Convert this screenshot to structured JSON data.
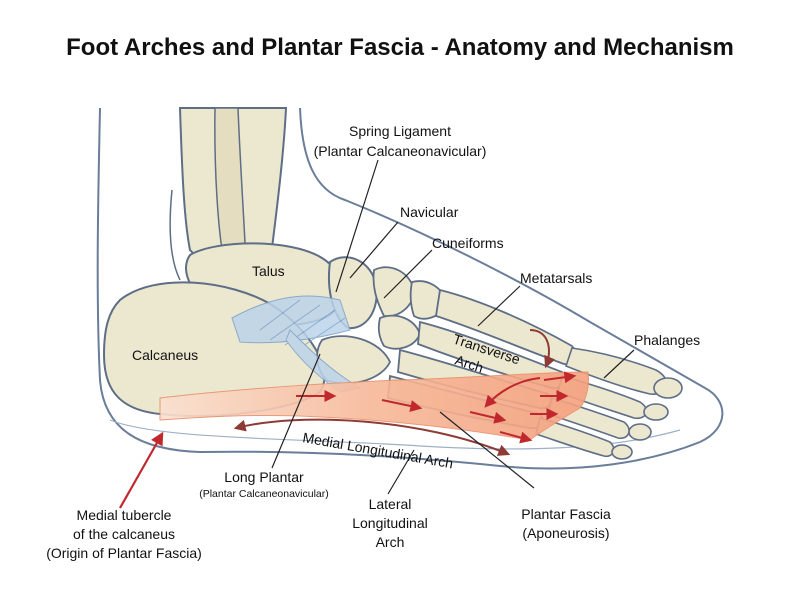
{
  "title": "Foot Arches and Plantar Fascia - Anatomy and Mechanism",
  "labels": {
    "spring_ligament": "Spring Ligament",
    "spring_ligament_sub": "(Plantar Calcaneonavicular)",
    "navicular": "Navicular",
    "cuneiforms": "Cuneiforms",
    "metatarsals": "Metatarsals",
    "talus": "Talus",
    "calcaneus": "Calcaneus",
    "transverse": "Transverse",
    "arch": "Arch",
    "phalanges": "Phalanges",
    "medial_longitudinal_arch": "Medial Longitudinal Arch",
    "long_plantar": "Long Plantar",
    "long_plantar_sub": "(Plantar Calcaneonavicular)",
    "lateral_1": "Lateral",
    "lateral_2": "Longitudinal",
    "lateral_3": "Arch",
    "plantar_fascia": "Plantar Fascia",
    "plantar_fascia_sub": "(Aponeurosis)",
    "medial_tubercle_1": "Medial tubercle",
    "medial_tubercle_2": "of the calcaneus",
    "medial_tubercle_3": "(Origin of Plantar Fascia)"
  },
  "colors": {
    "bone_fill": "#ece7cf",
    "bone_stroke": "#5e6e86",
    "skin_stroke": "#6a7d99",
    "ligament": "#bcd4ea",
    "fascia": "#f6b89a",
    "arrow_red": "#c0282d",
    "arrow_dark": "#8e3b35",
    "leader": "#222222"
  }
}
